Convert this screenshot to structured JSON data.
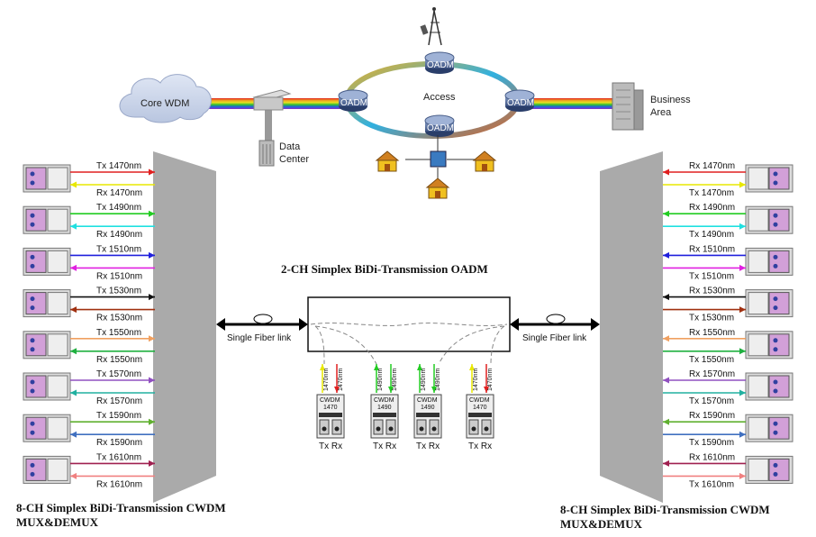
{
  "network": {
    "core": "Core   WDM",
    "data_center": [
      "Data",
      "Center"
    ],
    "access": "Access",
    "business": [
      "Business",
      "Area"
    ],
    "oadm": "OADM"
  },
  "titles": {
    "oadm_title": "2-CH Simplex BiDi-Transmission OADM",
    "left_title_1": "8-CH Simplex BiDi-Transmission CWDM",
    "left_title_2": "MUX&DEMUX",
    "right_title_1": "8-CH Simplex BiDi-Transmission CWDM",
    "right_title_2": "MUX&DEMUX"
  },
  "fiber_link_label": "Single Fiber link",
  "colors": {
    "1470": "#e02020",
    "1470b": "#e8e800",
    "1490": "#22cc22",
    "1490b": "#20e0e0",
    "1510": "#2020dd",
    "1510b": "#e020e0",
    "1530": "#111111",
    "1530b": "#a03010",
    "1550": "#f0a060",
    "1550b": "#20b040",
    "1570": "#9050c0",
    "1570b": "#20b0a0",
    "1590": "#60b030",
    "1590b": "#4070c0",
    "1610": "#a02050",
    "1610b": "#f08080"
  },
  "left_channels": [
    {
      "top": "Tx 1470nm",
      "bottom": "Rx 1470nm"
    },
    {
      "top": "Tx 1490nm",
      "bottom": "Rx 1490nm"
    },
    {
      "top": "Tx 1510nm",
      "bottom": "Rx 1510nm"
    },
    {
      "top": "Tx 1530nm",
      "bottom": "Rx 1530nm"
    },
    {
      "top": "Tx 1550nm",
      "bottom": "Rx 1550nm"
    },
    {
      "top": "Tx 1570nm",
      "bottom": "Rx 1570nm"
    },
    {
      "top": "Tx 1590nm",
      "bottom": "Rx 1590nm"
    },
    {
      "top": "Tx 1610nm",
      "bottom": "Rx 1610nm"
    }
  ],
  "right_channels": [
    {
      "top": "Rx 1470nm",
      "bottom": "Tx 1470nm"
    },
    {
      "top": "Rx 1490nm",
      "bottom": "Tx 1490nm"
    },
    {
      "top": "Rx 1510nm",
      "bottom": "Tx 1510nm"
    },
    {
      "top": "Rx 1530nm",
      "bottom": "Tx 1530nm"
    },
    {
      "top": "Rx 1550nm",
      "bottom": "Tx 1550nm"
    },
    {
      "top": "Rx 1570nm",
      "bottom": "Tx 1570nm"
    },
    {
      "top": "Rx 1590nm",
      "bottom": "Tx 1590nm"
    },
    {
      "top": "Rx 1610nm",
      "bottom": "Tx 1610nm"
    }
  ],
  "cwdm_modules": [
    {
      "label": "CWDM",
      "wl": "1470",
      "txrx": "Tx  Rx",
      "fiber_a": "1470nm",
      "fiber_b": "1470nm"
    },
    {
      "label": "CWDM",
      "wl": "1490",
      "txrx": "Tx  Rx",
      "fiber_a": "1490nm",
      "fiber_b": "1490nm"
    },
    {
      "label": "CWDM",
      "wl": "1490",
      "txrx": "Tx  Rx",
      "fiber_a": "1490nm",
      "fiber_b": "1490nm"
    },
    {
      "label": "CWDM",
      "wl": "1470",
      "txrx": "Tx  Rx",
      "fiber_a": "1470nm",
      "fiber_b": "1470nm"
    }
  ]
}
